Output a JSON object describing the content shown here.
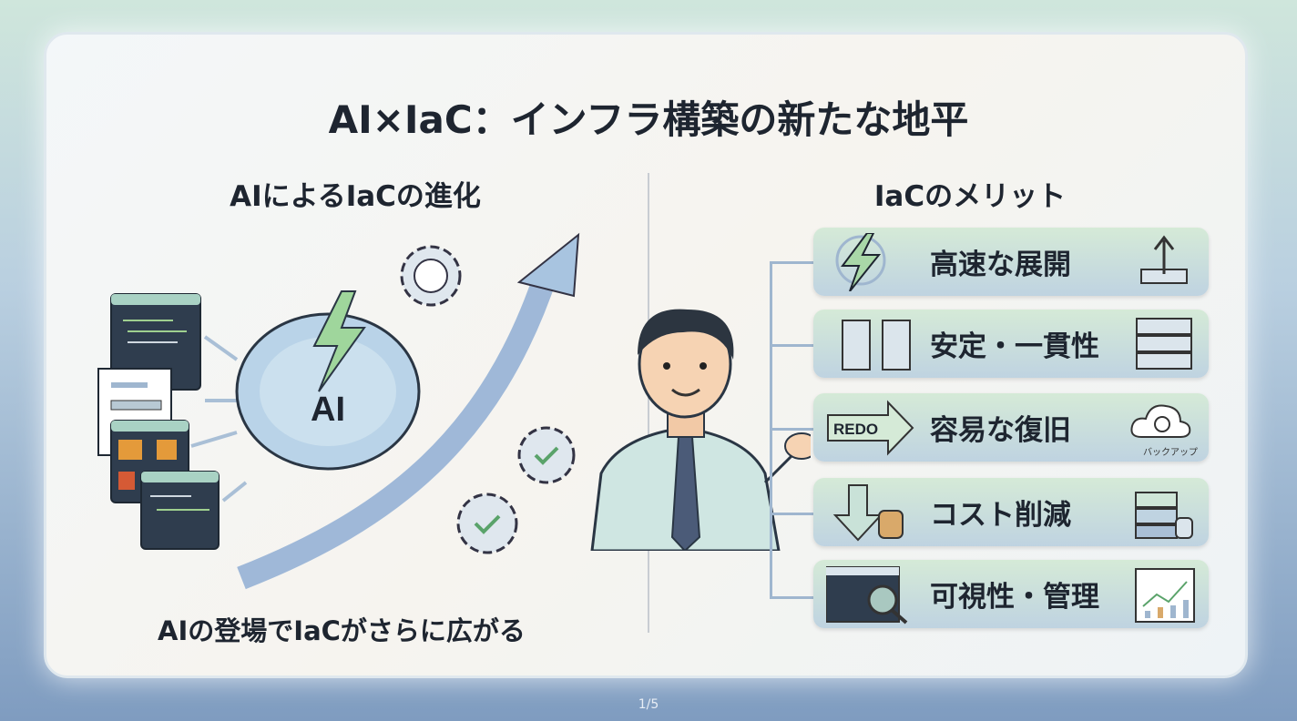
{
  "slide": {
    "title": "AI×IaC：インフラ構築の新たな地平",
    "left_heading": "AIによるIaCの進化",
    "right_heading": "IaCのメリット",
    "caption": "AIの登場でIaCがさらに広がる",
    "brain_label": "AI",
    "page_number": "1/5"
  },
  "benefits": [
    {
      "label": "高速な展開",
      "left_icon": "lightning-icon",
      "right_icon": "deploy-upload-icon"
    },
    {
      "label": "安定・一貫性",
      "left_icon": "twin-servers-icon",
      "right_icon": "server-rack-icon"
    },
    {
      "label": "容易な復旧",
      "left_icon": "redo-arrow-icon",
      "left_text": "REDO",
      "right_icon": "cloud-backup-icon",
      "right_text": "バックアップ"
    },
    {
      "label": "コスト削減",
      "left_icon": "down-arrow-coins-icon",
      "right_icon": "storage-stack-icon"
    },
    {
      "label": "可視性・管理",
      "left_icon": "code-search-icon",
      "right_icon": "dashboard-chart-icon"
    }
  ],
  "colors": {
    "accent_green": "#a9d8a8",
    "accent_blue": "#9fb6cf",
    "text": "#1e2530"
  }
}
